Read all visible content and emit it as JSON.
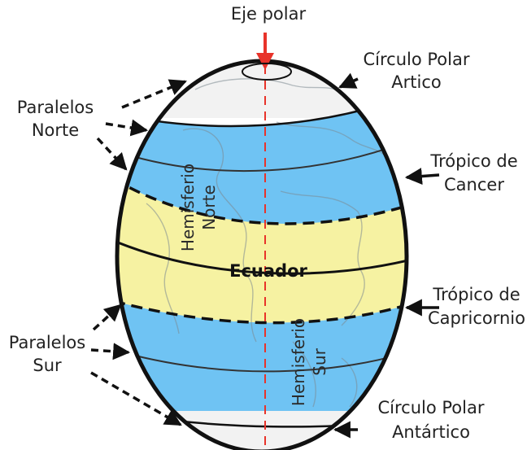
{
  "labels": {
    "polar_axis": "Eje polar",
    "arctic_line1": "Círculo Polar",
    "arctic_line2": "Artico",
    "north_parallels_line1": "Paralelos",
    "north_parallels_line2": "Norte",
    "cancer_line1": "Trópico de",
    "cancer_line2": "Cancer",
    "equator": "Ecuador",
    "capricorn_line1": "Trópico de",
    "capricorn_line2": "Capricornio",
    "south_parallels_line1": "Paralelos",
    "south_parallels_line2": "Sur",
    "antarctic_line1": "Círculo Polar",
    "antarctic_line2": "Antártico",
    "north_hemisphere_line1": "Hemisferio",
    "north_hemisphere_line2": "Norte",
    "south_hemisphere_line1": "Hemisferio",
    "south_hemisphere_line2": "Sur"
  },
  "colors": {
    "polar_zone": "#f2f2f2",
    "temperate_zone": "#6fc3f3",
    "tropical_zone": "#f6f2a2",
    "axis": "#e8332a",
    "outline": "#111111"
  }
}
